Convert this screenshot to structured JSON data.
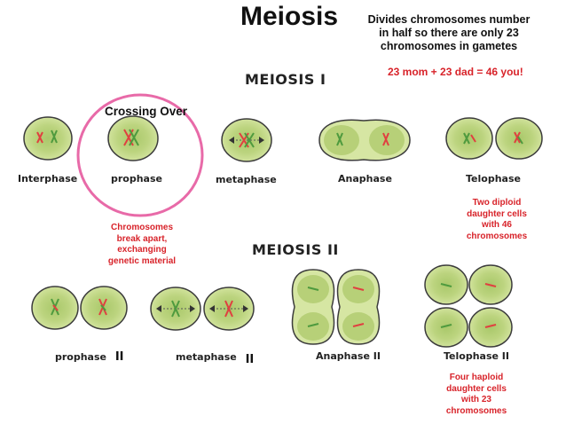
{
  "title": "Meiosis",
  "summary_note": "Divides chromosomes number in half so there are only 23 chromosomes in gametes",
  "parent_math": "23 mom + 23 dad =  46 you!",
  "meiosis_one": {
    "heading": "MEIOSIS I",
    "highlight_label": "Crossing Over",
    "stages": [
      "Interphase",
      "prophase",
      "metaphase",
      "Anaphase",
      "Telophase"
    ],
    "crossing_note": "Chromosomes break apart, exchanging genetic material",
    "telophase_note": "Two diploid daughter cells with 46 chromosomes"
  },
  "meiosis_two": {
    "heading": "MEIOSIS II",
    "stages": [
      "prophase",
      "metaphase",
      "Anaphase II",
      "Telophase II"
    ],
    "roman_suffix": "II",
    "telophase_note": "Four haploid daughter cells with 23 chromosomes"
  },
  "colors": {
    "cell_fill": "#d6e6a3",
    "cell_nucleus": "#a9c86a",
    "cell_outline": "#3c3c3c",
    "chromosome_red": "#e04040",
    "chromosome_green": "#4e9a3e",
    "highlight_circle": "#e86aa8",
    "note_red": "#d8232a"
  }
}
